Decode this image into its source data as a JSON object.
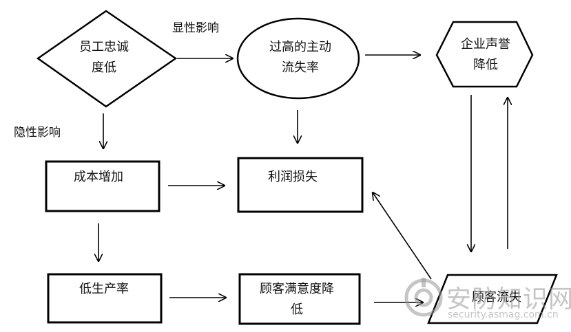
{
  "nodes": {
    "employee_loyalty": "员工忠诚度低",
    "high_turnover": "过高的主动流失率",
    "reputation": "企业声誉降低",
    "cost_increase": "成本增加",
    "profit_loss": "利润损失",
    "productivity": "低生产率",
    "customer_satisfaction": "顾客满意度降低",
    "customer_loss": "顾客流失"
  },
  "edge_labels": {
    "explicit": "显性影响",
    "implicit": "隐性影响"
  },
  "watermark": {
    "brand": "安防知识网",
    "url": "security.asmag.com.cn"
  }
}
